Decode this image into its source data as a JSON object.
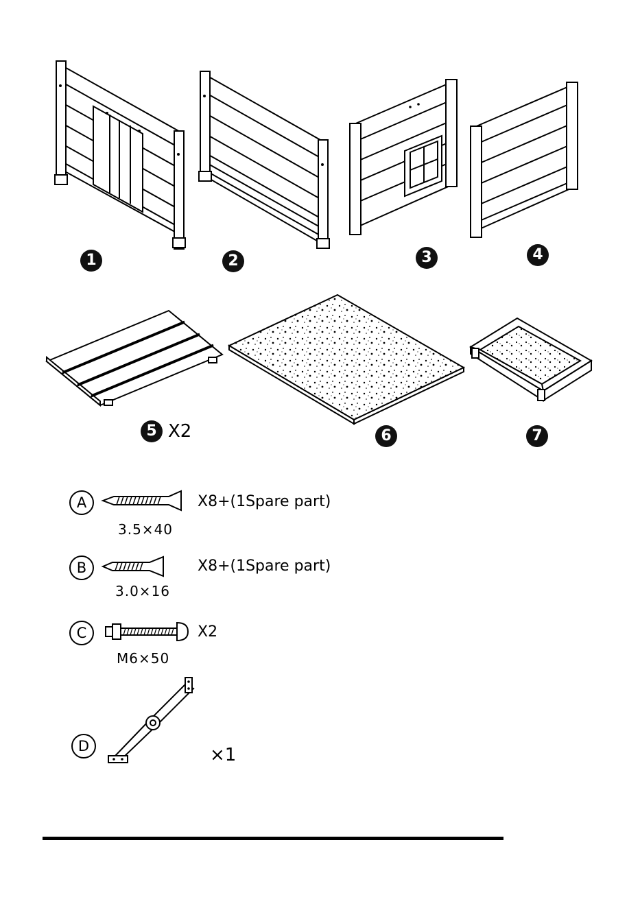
{
  "parts": [
    {
      "number": "1",
      "icon": "front-door-panel-icon"
    },
    {
      "number": "2",
      "icon": "back-panel-icon"
    },
    {
      "number": "3",
      "icon": "side-door-panel-icon"
    },
    {
      "number": "4",
      "icon": "side-panel-icon"
    },
    {
      "number": "5",
      "icon": "roof-board-icon",
      "quantity": "X2"
    },
    {
      "number": "6",
      "icon": "roof-panel-icon"
    },
    {
      "number": "7",
      "icon": "tray-icon"
    }
  ],
  "hardware": [
    {
      "letter": "A",
      "icon": "wood-screw-icon",
      "count": "X8+(1Spare part)",
      "size": "3.5×40"
    },
    {
      "letter": "B",
      "icon": "short-screw-icon",
      "count": "X8+(1Spare part)",
      "size": "3.0×16"
    },
    {
      "letter": "C",
      "icon": "bolt-nut-icon",
      "count": "X2",
      "size": "M6×50"
    },
    {
      "letter": "D",
      "icon": "lid-stay-hinge-icon",
      "count": "×1"
    }
  ]
}
